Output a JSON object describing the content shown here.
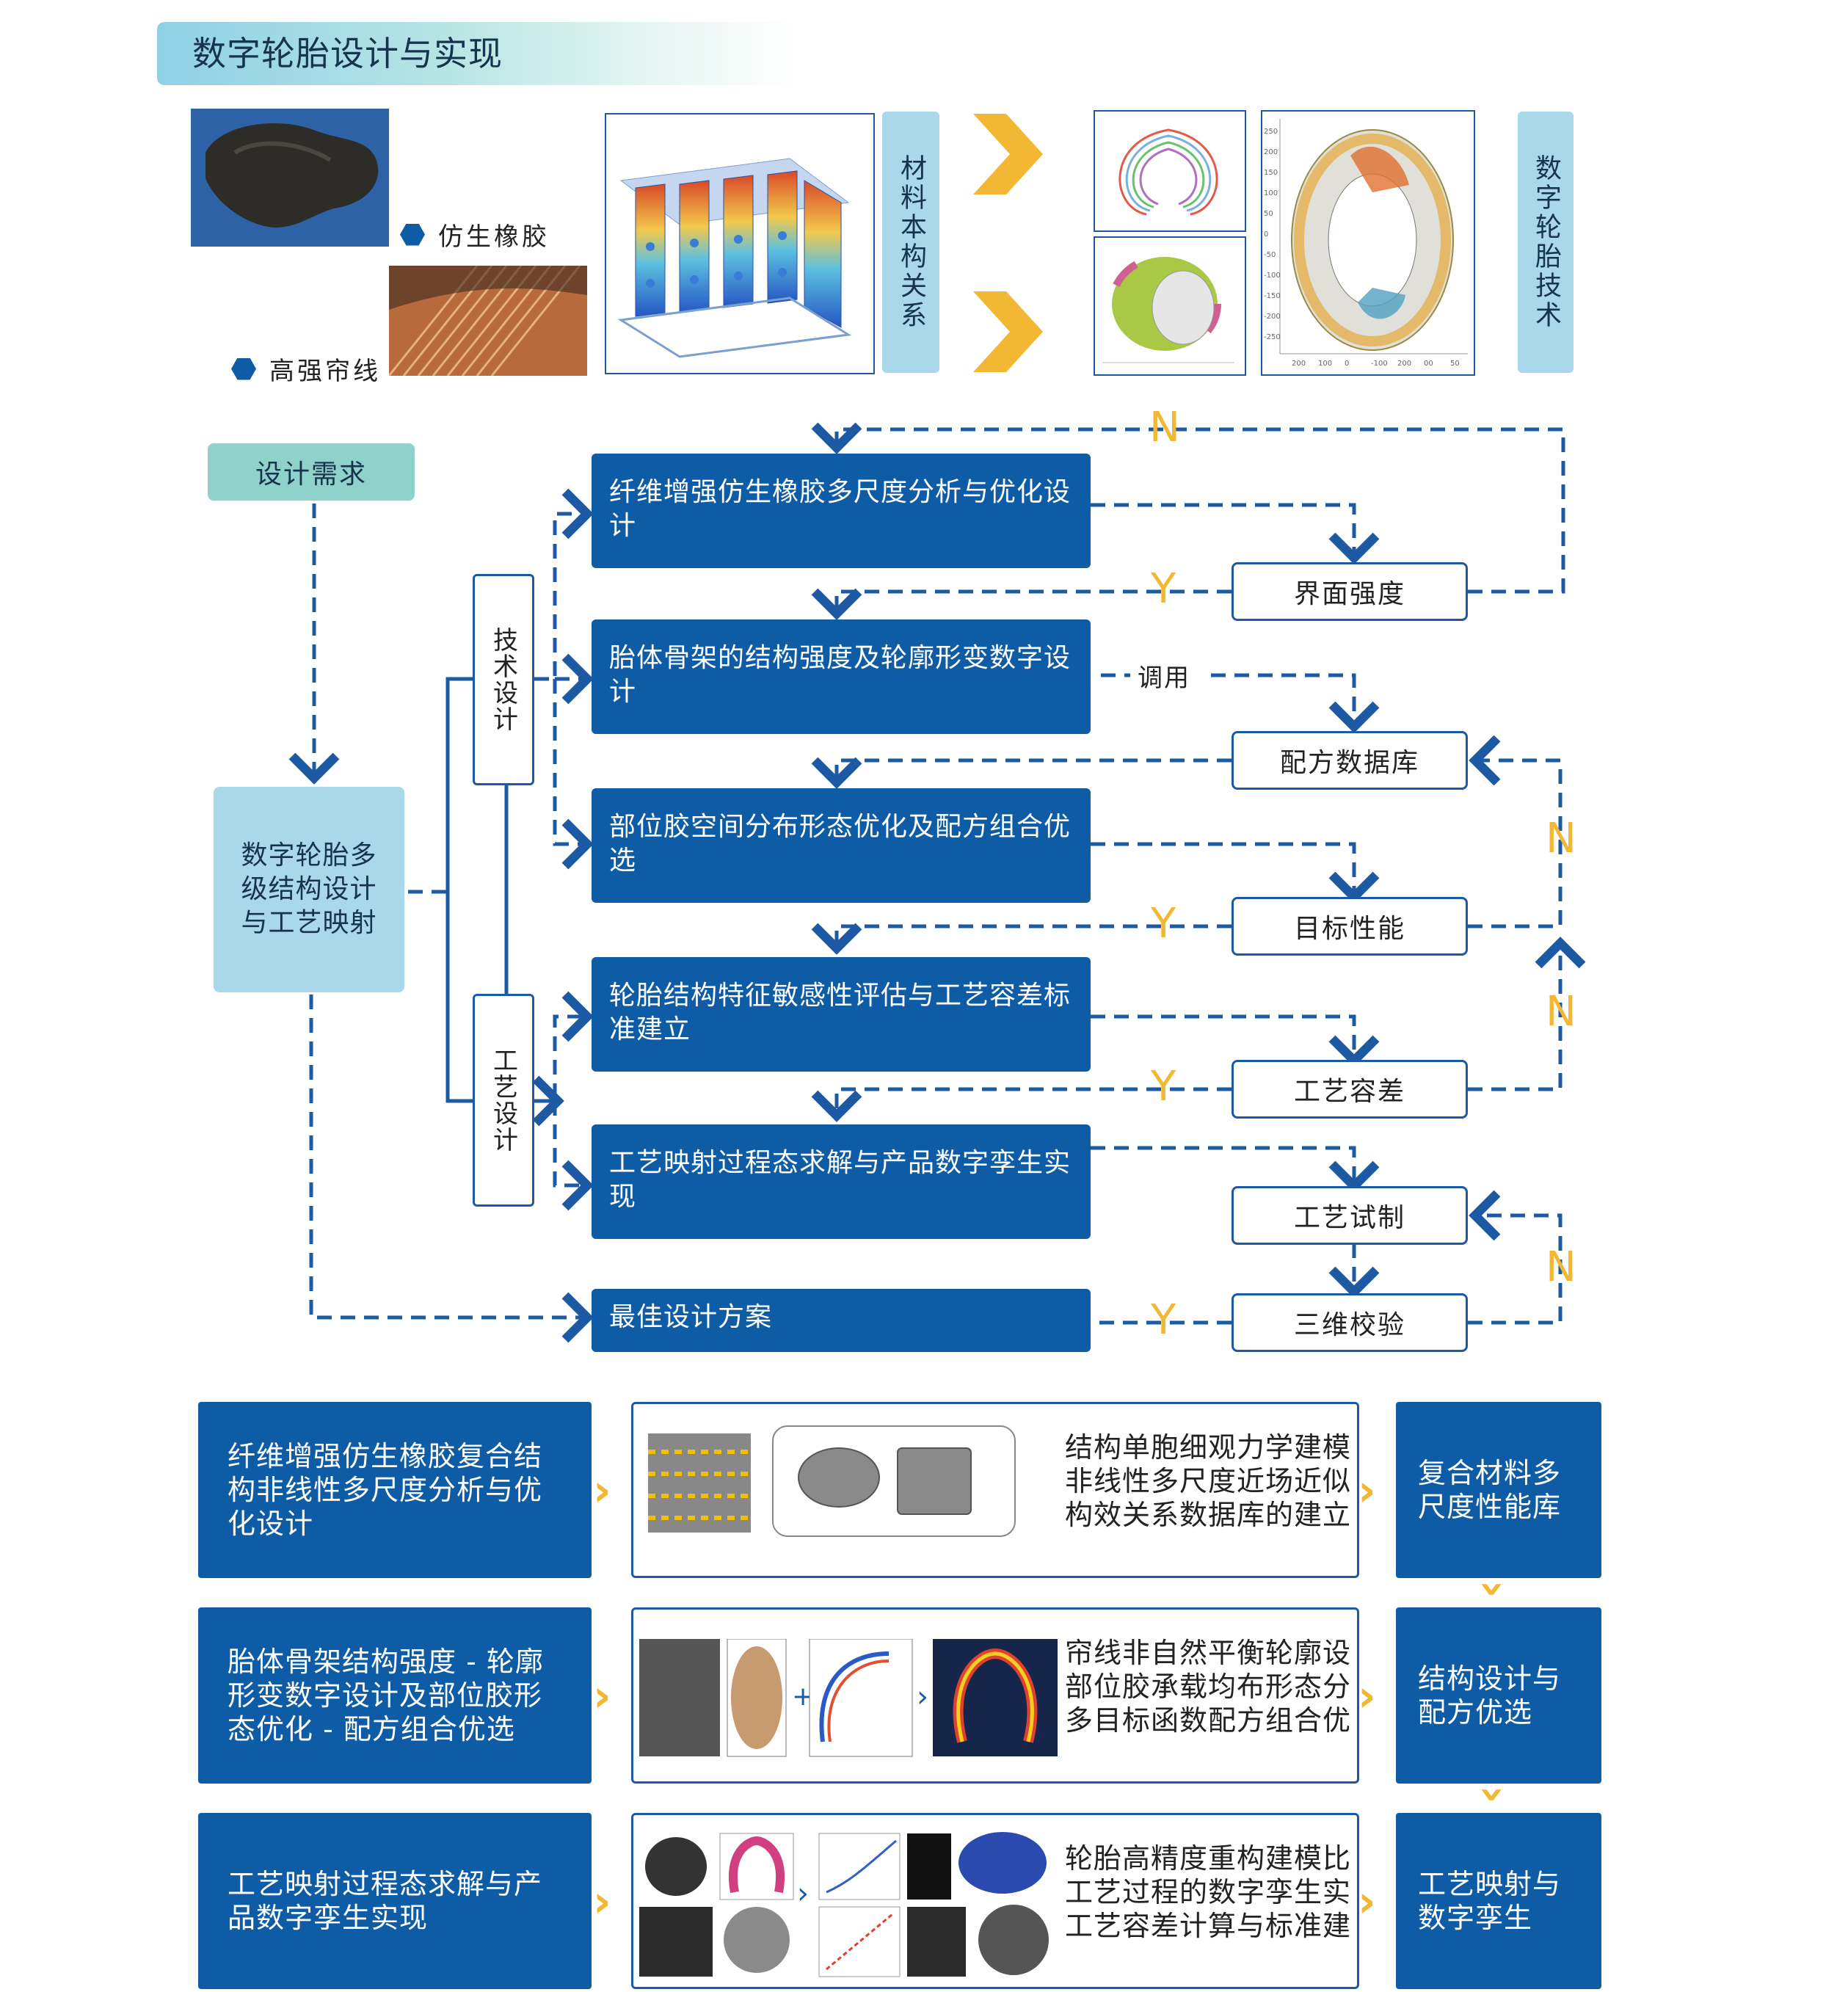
{
  "header": {
    "title": "数字轮胎设计与实现"
  },
  "top_row": {
    "legend": [
      "仿生橡胶",
      "高强帘线"
    ],
    "label_material": "材料本构关系",
    "label_digital_tire": "数字轮胎技术",
    "plot_ticks_y": [
      "250",
      "200",
      "150",
      "100",
      "50",
      "0",
      "-50",
      "-100",
      "-150",
      "-200",
      "-250"
    ],
    "plot_ticks_x": [
      "200",
      "100",
      "0",
      "-100",
      "200",
      "00",
      "50"
    ]
  },
  "flow": {
    "start": "设计需求",
    "hub": "数字轮胎多级结构设计与工艺映射",
    "tech_design": "技术设计",
    "process_design": "工艺设计",
    "steps": [
      "纤维增强仿生橡胶多尺度分析与优化设计",
      "胎体骨架的结构强度及轮廓形变数字设计",
      "部位胶空间分布形态优化及配方组合优选",
      "轮胎结构特征敏感性评估与工艺容差标准建立",
      "工艺映射过程态求解与产品数字孪生实现",
      "最佳设计方案"
    ],
    "checks": [
      "界面强度",
      "配方数据库",
      "目标性能",
      "工艺容差",
      "工艺试制",
      "三维校验"
    ],
    "call_label": "调用",
    "yes": "Y",
    "no": "N"
  },
  "bottom": {
    "rows": [
      {
        "left": "纤维增强仿生橡胶复合结构非线性多尺度分析与优化设计",
        "mid": [
          "结构单胞细观力学建模",
          "非线性多尺度近场近似",
          "构效关系数据库的建立"
        ],
        "right": "复合材料多尺度性能库"
      },
      {
        "left": "胎体骨架结构强度 - 轮廓形变数字设计及部位胶形态优化 - 配方组合优选",
        "mid": [
          "帘线非自然平衡轮廓设",
          "部位胶承载均布形态分",
          "多目标函数配方组合优"
        ],
        "right": "结构设计与配方优选"
      },
      {
        "left": "工艺映射过程态求解与产品数字孪生实现",
        "mid": [
          "轮胎高精度重构建模比",
          "工艺过程的数字孪生实",
          "工艺容差计算与标准建"
        ],
        "right": "工艺映射与数字孪生"
      }
    ]
  },
  "colors": {
    "primary": "#0f5ca6",
    "light": "#a9d8ea",
    "teal": "#8fd2c9",
    "accent": "#f2b733"
  }
}
